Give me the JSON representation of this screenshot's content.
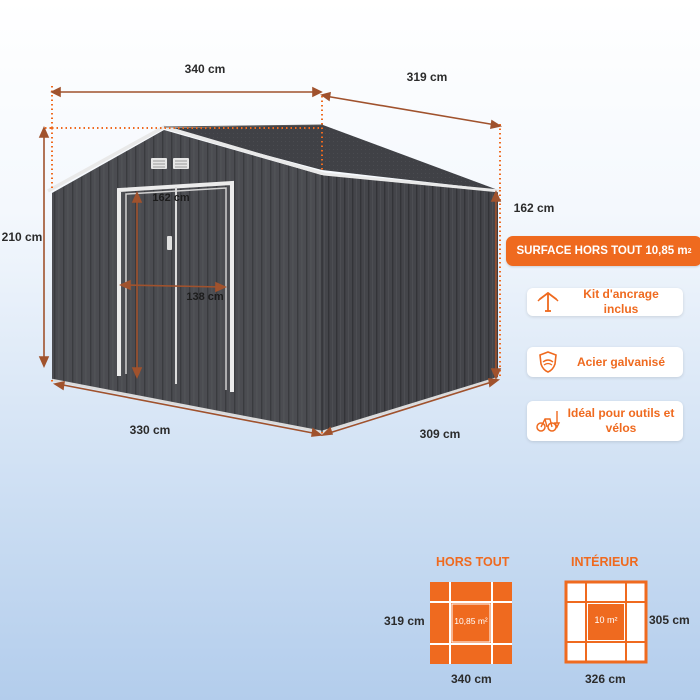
{
  "dimensions": {
    "front_width": "340 cm",
    "side_depth": "319 cm",
    "total_height": "210 cm",
    "side_wall_height": "162 cm",
    "door_height": "162 cm",
    "door_width": "138 cm",
    "base_width": "330 cm",
    "base_depth": "309 cm"
  },
  "surface_badge": {
    "text": "SURFACE HORS TOUT 10,85 m",
    "superscript": "2"
  },
  "features": [
    {
      "label": "Kit d'ancrage inclus",
      "icon": "anchor-kit-icon"
    },
    {
      "label": "Acier galvanisé",
      "icon": "shield-icon"
    },
    {
      "label": "Idéal pour outils et vélos",
      "icon": "bike-tools-icon"
    }
  ],
  "floor_plans": {
    "exterior": {
      "title": "HORS TOUT",
      "depth": "319 cm",
      "width": "340 cm",
      "area": "10,85 m²"
    },
    "interior": {
      "title": "INTÉRIEUR",
      "depth": "305 cm",
      "width": "326 cm",
      "area": "10 m²"
    }
  },
  "colors": {
    "accent": "#ef6a1f",
    "shed": "#4a4b50",
    "shed_dark": "#3b3c40",
    "trim": "#e9e9e9"
  }
}
